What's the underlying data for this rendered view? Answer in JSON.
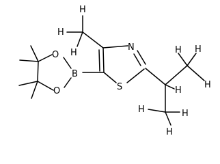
{
  "molecule": {
    "atoms": [
      {
        "id": "H1",
        "label": "H"
      },
      {
        "id": "H2",
        "label": "H"
      },
      {
        "id": "H3",
        "label": "H"
      },
      {
        "id": "N",
        "label": "N"
      },
      {
        "id": "S",
        "label": "S"
      },
      {
        "id": "B",
        "label": "B"
      },
      {
        "id": "O1",
        "label": "O"
      },
      {
        "id": "O2",
        "label": "O"
      },
      {
        "id": "H4",
        "label": "H"
      },
      {
        "id": "H5",
        "label": "H"
      },
      {
        "id": "H6",
        "label": "H"
      },
      {
        "id": "H7",
        "label": "H"
      },
      {
        "id": "H8",
        "label": "H"
      },
      {
        "id": "H9",
        "label": "H"
      },
      {
        "id": "H10",
        "label": "H"
      }
    ],
    "colors": {
      "bond": "#000000",
      "label": "#000000",
      "background": "#ffffff"
    }
  }
}
